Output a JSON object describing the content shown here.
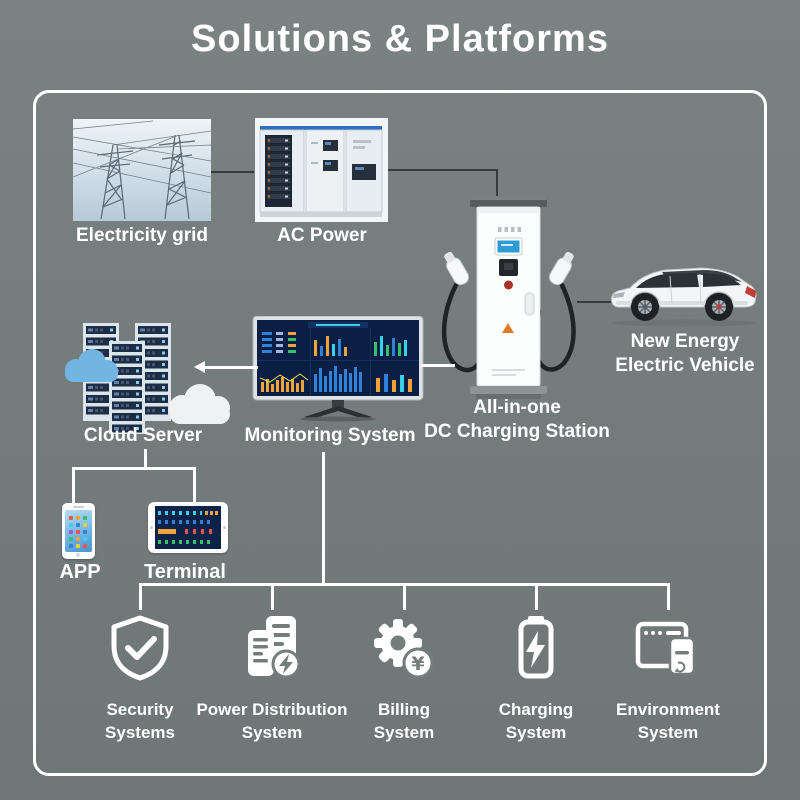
{
  "title": "Solutions & Platforms",
  "colors": {
    "background": "#747c7c",
    "frame_border": "#ffffff",
    "text": "#ffffff",
    "connector_dark": "#353c3c",
    "connector_light": "#ffffff",
    "dashboard_navy": "#0b1f45",
    "accent_blue": "#2f82d8",
    "accent_cyan": "#3ad0e8",
    "accent_green": "#35c06a",
    "accent_orange": "#f0a23b",
    "alert_red": "#c43a35",
    "cloud_blue": "#72b5e2"
  },
  "nodes": {
    "electricity_grid": {
      "label": "Electricity grid",
      "illustration": "power-grid-photo"
    },
    "ac_power": {
      "label": "AC Power",
      "illustration": "switchgear-cabinet-photo"
    },
    "charging_station": {
      "label_line1": "All-in-one",
      "label_line2": "DC Charging Station",
      "illustration": "dc-charging-station-illustration"
    },
    "vehicle": {
      "label_line1": "New Energy",
      "label_line2": "Electric Vehicle",
      "illustration": "electric-suv-illustration"
    },
    "cloud_server": {
      "label": "Cloud Server",
      "illustration": "cloud-server-illustration"
    },
    "monitoring_system": {
      "label": "Monitoring System",
      "illustration": "monitoring-dashboard-illustration"
    },
    "app": {
      "label": "APP",
      "illustration": "smartphone-illustration"
    },
    "terminal": {
      "label": "Terminal",
      "illustration": "tablet-illustration"
    }
  },
  "systems": [
    {
      "icon": "shield-check-icon",
      "label_line1": "Security",
      "label_line2": "Systems"
    },
    {
      "icon": "power-distribution-icon",
      "label_line1": "Power Distribution",
      "label_line2": "System"
    },
    {
      "icon": "billing-gear-yen-icon",
      "label_line1": "Billing",
      "label_line2": "System"
    },
    {
      "icon": "charging-battery-icon",
      "label_line1": "Charging",
      "label_line2": "System"
    },
    {
      "icon": "environment-window-icon",
      "label_line1": "Environment",
      "label_line2": "System"
    }
  ]
}
